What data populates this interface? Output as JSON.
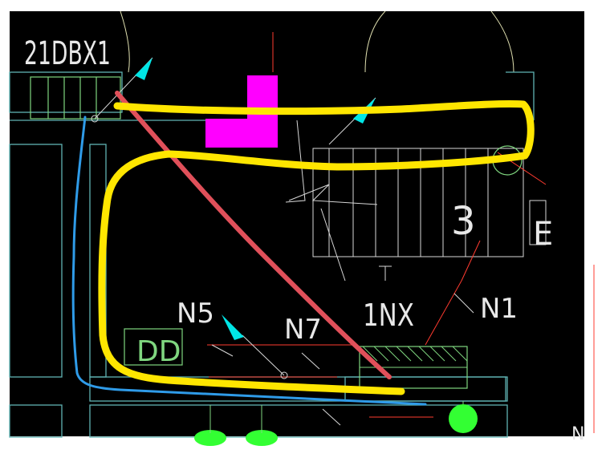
{
  "labels": {
    "panel_top": "21DBX1",
    "stair_number": "3",
    "node_n5": "N5",
    "node_n7": "N7",
    "node_1nx": "1NX",
    "node_n1": "N1",
    "box_dd": "DD",
    "edge_e": "E",
    "edge_n": "N"
  },
  "colors": {
    "background": "#000000",
    "page": "#ffffff",
    "wall": "#5fb3b3",
    "grid": "#7fd67f",
    "red_line": "#ff3b30",
    "white_line": "#d8d8d8",
    "magenta": "#ff00ff",
    "arrow_cyan": "#00e5e5",
    "highlight_yellow": "#ffe600",
    "markup_red": "#e0505a",
    "markup_blue": "#2f9be8",
    "lamp_green": "#33ff33"
  }
}
